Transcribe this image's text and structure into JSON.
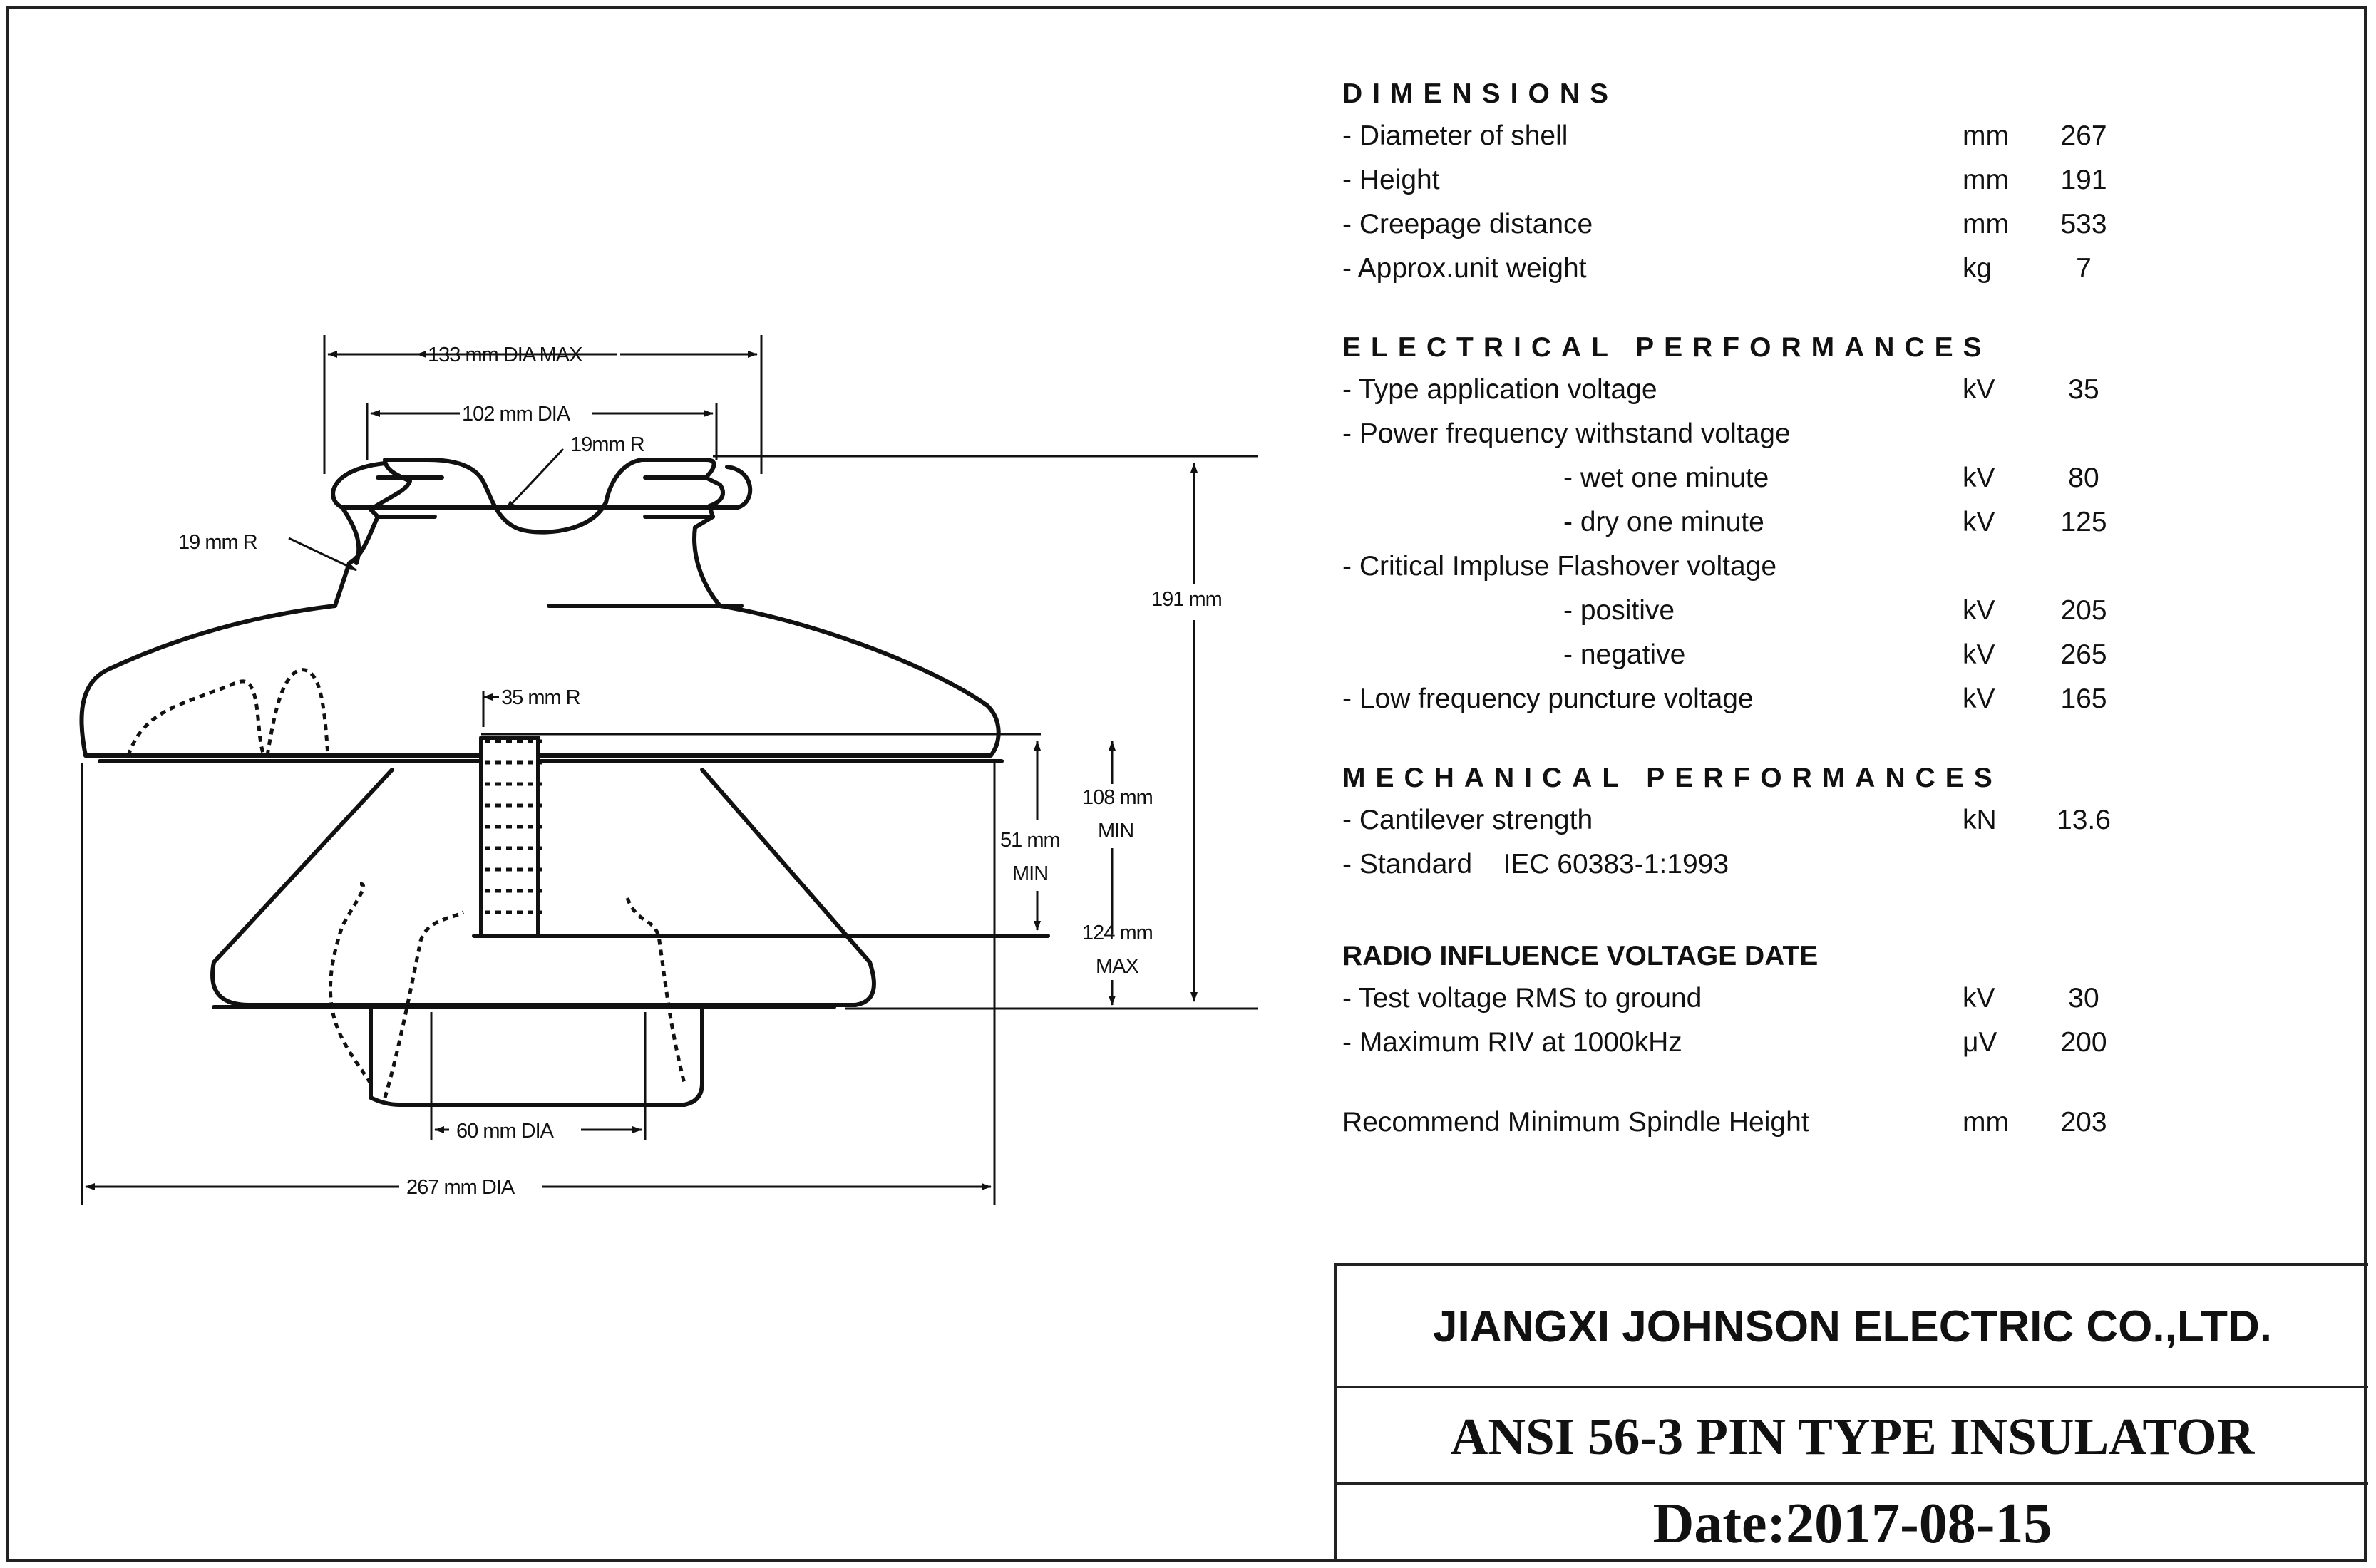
{
  "drawing": {
    "labels": {
      "top_dia_max": "133 mm DIA MAX",
      "neck_dia": "102 mm DIA",
      "groove_radius": "19mm R",
      "side_radius": "19 mm R",
      "height": "191 mm",
      "pin_radius": "35 mm R",
      "thread_depth_1": "108 mm",
      "thread_depth_2": "MIN",
      "depth_51_1": "51 mm",
      "depth_51_2": "MIN",
      "depth_124_1": "124 mm",
      "depth_124_2": "MAX",
      "bore_dia": "60 mm DIA",
      "overall_dia": "267 mm DIA"
    }
  },
  "specs": {
    "dimensions": {
      "title": "DIMENSIONS",
      "rows": [
        {
          "label": "- Diameter of shell",
          "unit": "mm",
          "value": "267"
        },
        {
          "label": "- Height",
          "unit": "mm",
          "value": "191"
        },
        {
          "label": "- Creepage distance",
          "unit": "mm",
          "value": "533"
        },
        {
          "label": "- Approx.unit weight",
          "unit": "kg",
          "value": "7"
        }
      ]
    },
    "electrical": {
      "title": "ELECTRICAL PERFORMANCES",
      "rows": [
        {
          "label": "- Type application voltage",
          "unit": "kV",
          "value": "35"
        },
        {
          "label": "- Power frequency withstand voltage",
          "unit": "",
          "value": ""
        },
        {
          "label": "- wet one minute",
          "unit": "kV",
          "value": "80"
        },
        {
          "label": "- dry one minute",
          "unit": "kV",
          "value": "125"
        },
        {
          "label": "- Critical Impluse Flashover voltage",
          "unit": "",
          "value": ""
        },
        {
          "label": "- positive",
          "unit": "kV",
          "value": "205"
        },
        {
          "label": "- negative",
          "unit": "kV",
          "value": "265"
        },
        {
          "label": "- Low frequency puncture voltage",
          "unit": "kV",
          "value": "165"
        }
      ]
    },
    "mechanical": {
      "title": "MECHANICAL PERFORMANCES",
      "rows": [
        {
          "label": "- Cantilever strength",
          "unit": "kN",
          "value": "13.6"
        },
        {
          "label": "- Standard    IEC 60383-1:1993",
          "unit": "",
          "value": ""
        }
      ]
    },
    "radio": {
      "title": "RADIO INFLUENCE VOLTAGE DATE",
      "rows": [
        {
          "label": "- Test voltage RMS to ground",
          "unit": "kV",
          "value": "30"
        },
        {
          "label": "- Maximum RIV at 1000kHz",
          "unit": "μV",
          "value": "200"
        }
      ]
    },
    "spindle": {
      "label": "Recommend Minimum Spindle Height",
      "unit": "mm",
      "value": "203"
    }
  },
  "title_block": {
    "company": "JIANGXI JOHNSON ELECTRIC CO.,LTD.",
    "product": "ANSI 56-3 PIN TYPE INSULATOR",
    "date": "Date:2017-08-15"
  }
}
